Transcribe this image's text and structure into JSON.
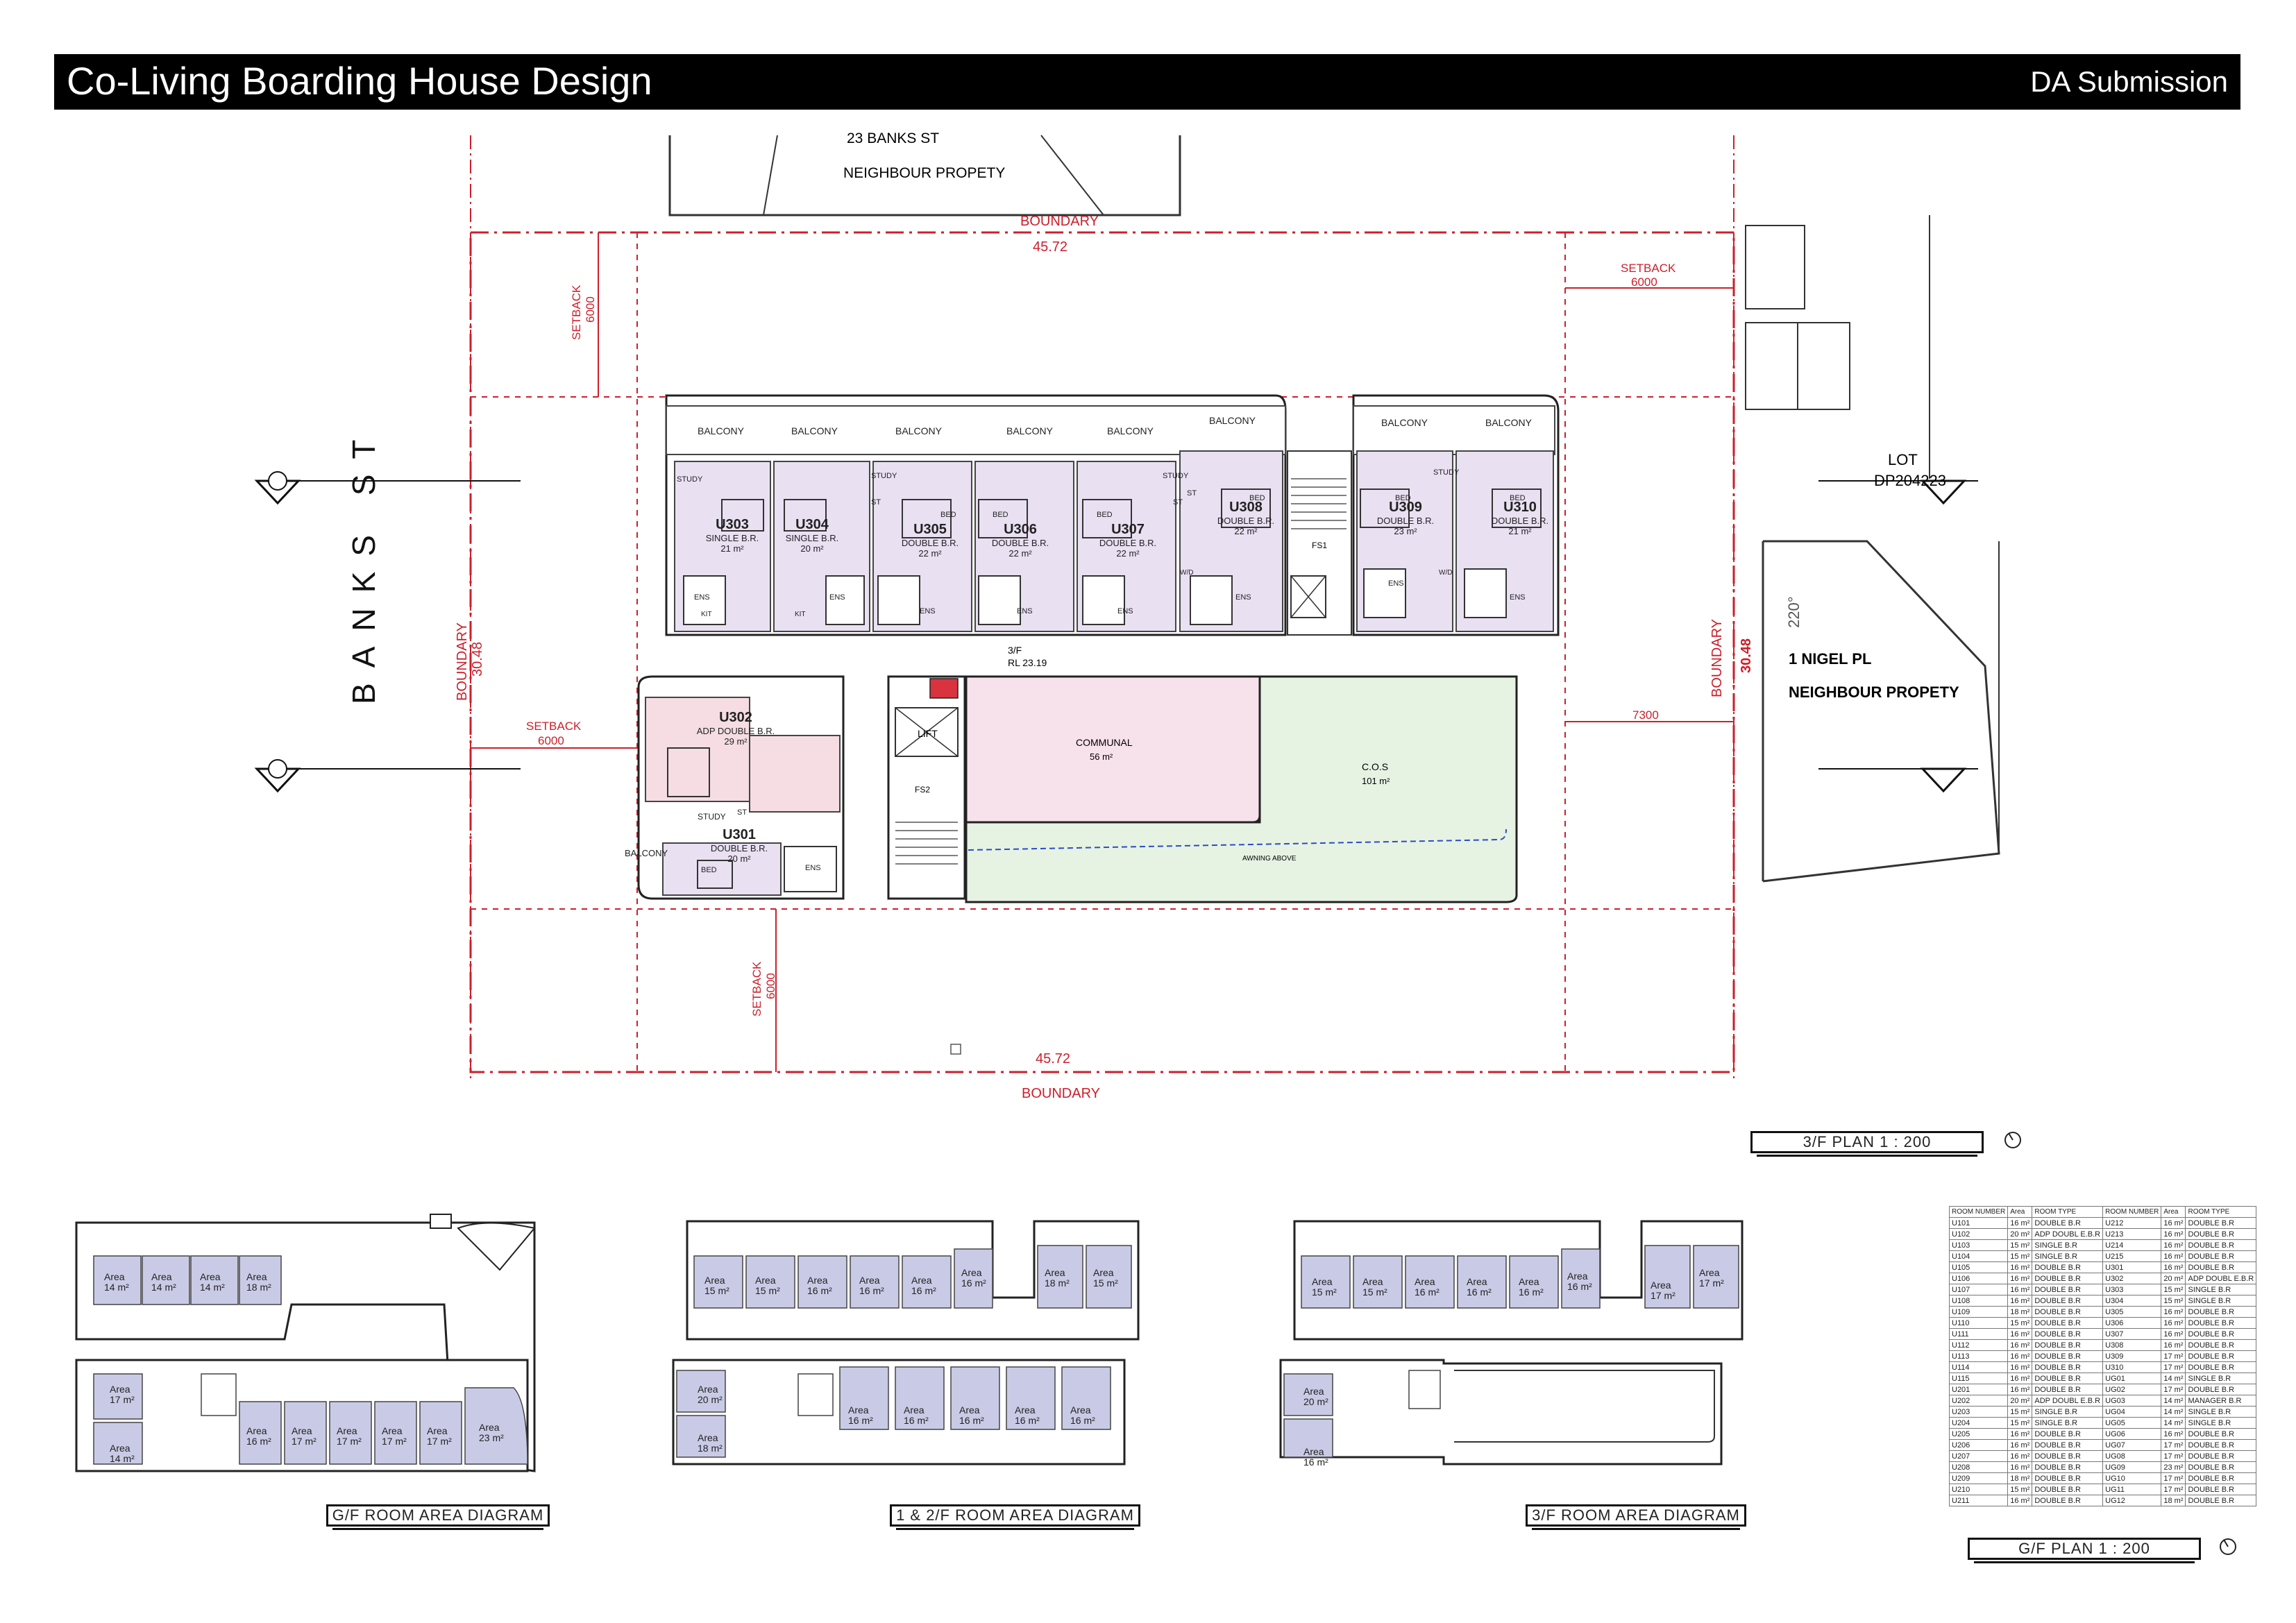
{
  "header": {
    "title": "Co-Living Boarding House Design",
    "subtitle": "DA Submission"
  },
  "street": {
    "name": "BANKS ST"
  },
  "neighbours": {
    "north": {
      "line1": "23 BANKS ST",
      "line2": "NEIGHBOUR PROPETY"
    },
    "east": {
      "line1": "1 NIGEL PL",
      "line2": "NEIGHBOUR PROPETY"
    },
    "lot": {
      "line1": "LOT",
      "line2": "DP204223"
    }
  },
  "site": {
    "boundary_label": "BOUNDARY",
    "width": "45.72",
    "depth": "30.48",
    "setback_label": "SETBACK",
    "setback_value": "6000",
    "east_setback": "7300",
    "angle": "220°"
  },
  "floor": {
    "level": "3/F",
    "rl": "RL 23.19"
  },
  "balcony_label": "BALCONY",
  "units": [
    {
      "id": "U303",
      "type": "SINGLE B.R.",
      "area": "21 m²"
    },
    {
      "id": "U304",
      "type": "SINGLE B.R.",
      "area": "20 m²"
    },
    {
      "id": "U305",
      "type": "DOUBLE B.R.",
      "area": "22 m²"
    },
    {
      "id": "U306",
      "type": "DOUBLE B.R.",
      "area": "22 m²"
    },
    {
      "id": "U307",
      "type": "DOUBLE B.R.",
      "area": "22 m²"
    },
    {
      "id": "U308",
      "type": "DOUBLE B.R.",
      "area": "22 m²"
    },
    {
      "id": "U309",
      "type": "DOUBLE B.R.",
      "area": "23 m²"
    },
    {
      "id": "U310",
      "type": "DOUBLE B.R.",
      "area": "21 m²"
    },
    {
      "id": "U302",
      "type": "ADP DOUBLE B.R.",
      "area": "29 m²"
    },
    {
      "id": "U301",
      "type": "DOUBLE B.R.",
      "area": "20 m²"
    }
  ],
  "room_tags": {
    "study": "STUDY",
    "bed": "BED",
    "ens": "ENS",
    "st": "ST",
    "kit": "KIT",
    "wd": "W/D",
    "lift": "LIFT",
    "fs1": "FS1",
    "fs2": "FS2",
    "awning": "AWNING ABOVE"
  },
  "communal": {
    "label": "COMMUNAL",
    "area": "56 m²"
  },
  "cos": {
    "label": "C.O.S",
    "area": "101 m²"
  },
  "plan_titles": {
    "main": "3/F PLAN 1 : 200",
    "gf_area": "G/F ROOM AREA DIAGRAM",
    "mid_area": "1 & 2/F ROOM AREA DIAGRAM",
    "top_area": "3/F ROOM AREA DIAGRAM",
    "gf_plan": "G/F PLAN 1 : 200"
  },
  "area_word": "Area",
  "gf_areas": {
    "top": [
      "14 m²",
      "14 m²",
      "14 m²",
      "18 m²"
    ],
    "left": [
      "17 m²",
      "14 m²"
    ],
    "bottom": [
      "16 m²",
      "17 m²",
      "17 m²",
      "17 m²",
      "17 m²",
      "23 m²"
    ]
  },
  "mid_areas": {
    "top": [
      "15 m²",
      "15 m²",
      "16 m²",
      "16 m²",
      "16 m²",
      "16 m²"
    ],
    "right": [
      "18 m²",
      "15 m²"
    ],
    "left": [
      "20 m²",
      "18 m²"
    ],
    "bottom": [
      "16 m²",
      "16 m²",
      "16 m²",
      "16 m²",
      "16 m²"
    ]
  },
  "top_areas": {
    "top": [
      "15 m²",
      "15 m²",
      "16 m²",
      "16 m²",
      "16 m²",
      "16 m²"
    ],
    "right": [
      "17 m²",
      "17 m²"
    ],
    "left": [
      "20 m²",
      "16 m²"
    ]
  },
  "schedule": {
    "headers": [
      "ROOM NUMBER",
      "Area",
      "ROOM TYPE"
    ],
    "left": [
      [
        "U101",
        "16 m²",
        "DOUBLE B.R"
      ],
      [
        "U102",
        "20 m²",
        "ADP DOUBL E.B.R"
      ],
      [
        "U103",
        "15 m²",
        "SINGLE B.R"
      ],
      [
        "U104",
        "15 m²",
        "SINGLE B.R"
      ],
      [
        "U105",
        "16 m²",
        "DOUBLE B.R"
      ],
      [
        "U106",
        "16 m²",
        "DOUBLE B.R"
      ],
      [
        "U107",
        "16 m²",
        "DOUBLE B.R"
      ],
      [
        "U108",
        "16 m²",
        "DOUBLE B.R"
      ],
      [
        "U109",
        "18 m²",
        "DOUBLE B.R"
      ],
      [
        "U110",
        "15 m²",
        "DOUBLE B.R"
      ],
      [
        "U111",
        "16 m²",
        "DOUBLE B.R"
      ],
      [
        "U112",
        "16 m²",
        "DOUBLE B.R"
      ],
      [
        "U113",
        "16 m²",
        "DOUBLE B.R"
      ],
      [
        "U114",
        "16 m²",
        "DOUBLE B.R"
      ],
      [
        "U115",
        "16 m²",
        "DOUBLE B.R"
      ],
      [
        "U201",
        "16 m²",
        "DOUBLE B.R"
      ],
      [
        "U202",
        "20 m²",
        "ADP DOUBL E.B.R"
      ],
      [
        "U203",
        "15 m²",
        "SINGLE B.R"
      ],
      [
        "U204",
        "15 m²",
        "SINGLE B.R"
      ],
      [
        "U205",
        "16 m²",
        "DOUBLE B.R"
      ],
      [
        "U206",
        "16 m²",
        "DOUBLE B.R"
      ],
      [
        "U207",
        "16 m²",
        "DOUBLE B.R"
      ],
      [
        "U208",
        "16 m²",
        "DOUBLE B.R"
      ],
      [
        "U209",
        "18 m²",
        "DOUBLE B.R"
      ],
      [
        "U210",
        "15 m²",
        "DOUBLE B.R"
      ],
      [
        "U211",
        "16 m²",
        "DOUBLE B.R"
      ]
    ],
    "right": [
      [
        "U212",
        "16 m²",
        "DOUBLE B.R"
      ],
      [
        "U213",
        "16 m²",
        "DOUBLE B.R"
      ],
      [
        "U214",
        "16 m²",
        "DOUBLE B.R"
      ],
      [
        "U215",
        "16 m²",
        "DOUBLE B.R"
      ],
      [
        "U301",
        "16 m²",
        "DOUBLE B.R"
      ],
      [
        "U302",
        "20 m²",
        "ADP DOUBL E.B.R"
      ],
      [
        "U303",
        "15 m²",
        "SINGLE B.R"
      ],
      [
        "U304",
        "15 m²",
        "SINGLE B.R"
      ],
      [
        "U305",
        "16 m²",
        "DOUBLE B.R"
      ],
      [
        "U306",
        "16 m²",
        "DOUBLE B.R"
      ],
      [
        "U307",
        "16 m²",
        "DOUBLE B.R"
      ],
      [
        "U308",
        "16 m²",
        "DOUBLE B.R"
      ],
      [
        "U309",
        "17 m²",
        "DOUBLE B.R"
      ],
      [
        "U310",
        "17 m²",
        "DOUBLE B.R"
      ],
      [
        "UG01",
        "14 m²",
        "SINGLE B.R"
      ],
      [
        "UG02",
        "17 m²",
        "DOUBLE B.R"
      ],
      [
        "UG03",
        "14 m²",
        "MANAGER B.R"
      ],
      [
        "UG04",
        "14 m²",
        "SINGLE B.R"
      ],
      [
        "UG05",
        "14 m²",
        "SINGLE B.R"
      ],
      [
        "UG06",
        "16 m²",
        "DOUBLE B.R"
      ],
      [
        "UG07",
        "17 m²",
        "DOUBLE B.R"
      ],
      [
        "UG08",
        "17 m²",
        "DOUBLE B.R"
      ],
      [
        "UG09",
        "23 m²",
        "DOUBLE B.R"
      ],
      [
        "UG10",
        "17 m²",
        "DOUBLE B.R"
      ],
      [
        "UG11",
        "17 m²",
        "DOUBLE B.R"
      ],
      [
        "UG12",
        "18 m²",
        "DOUBLE B.R"
      ]
    ]
  },
  "colors": {
    "boundary_red": "#cc1f2b",
    "unit_purple": "#e9e0f2",
    "communal_pink": "#f7e1ea",
    "cos_green": "#e6f3e3",
    "area_blue": "#c9cbe6"
  }
}
